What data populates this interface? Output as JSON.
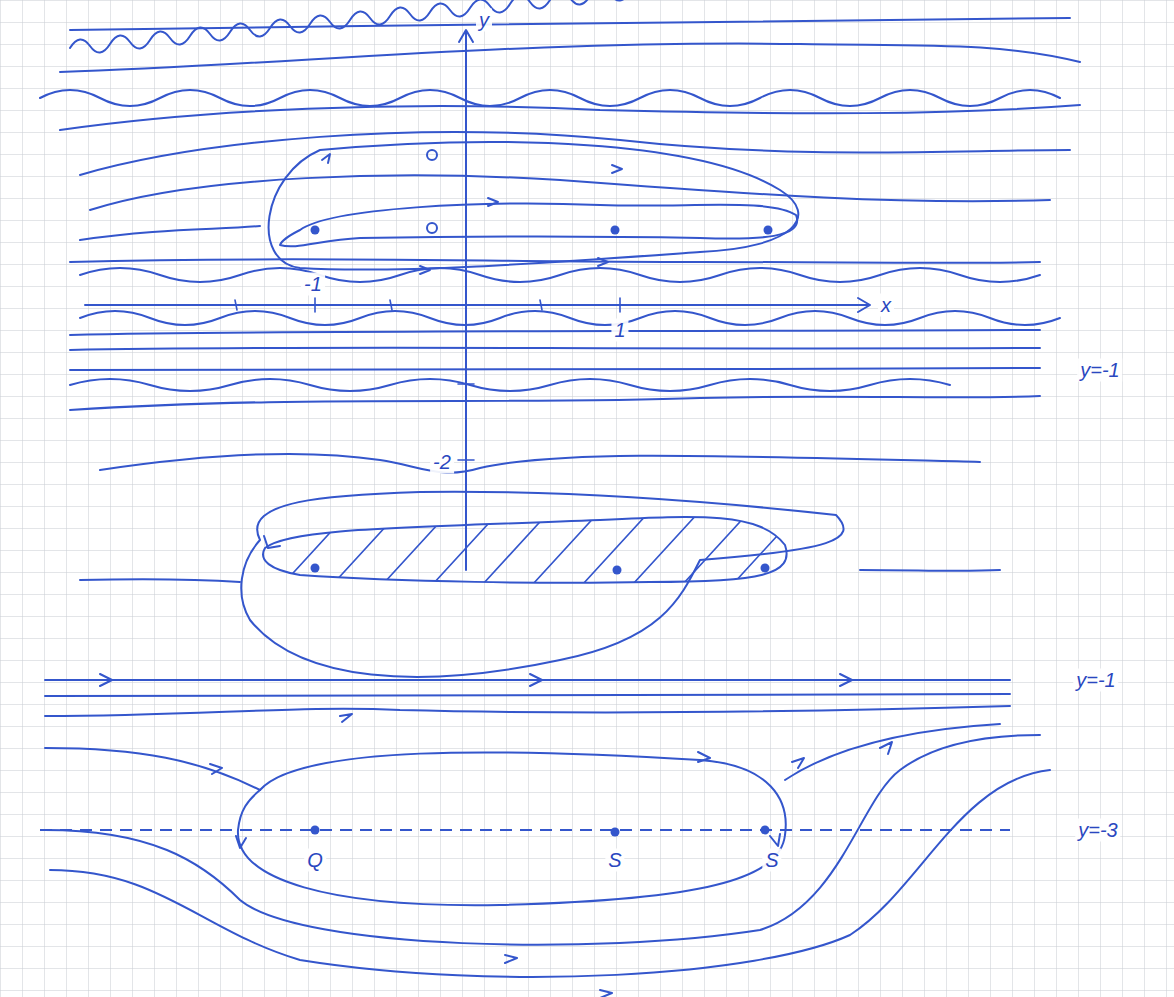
{
  "diagram": {
    "labels": [
      "y",
      "-1",
      "1",
      "x",
      "y=-1",
      "-2",
      "y=-1",
      "y=-3",
      "Q",
      "S",
      "S"
    ]
  }
}
